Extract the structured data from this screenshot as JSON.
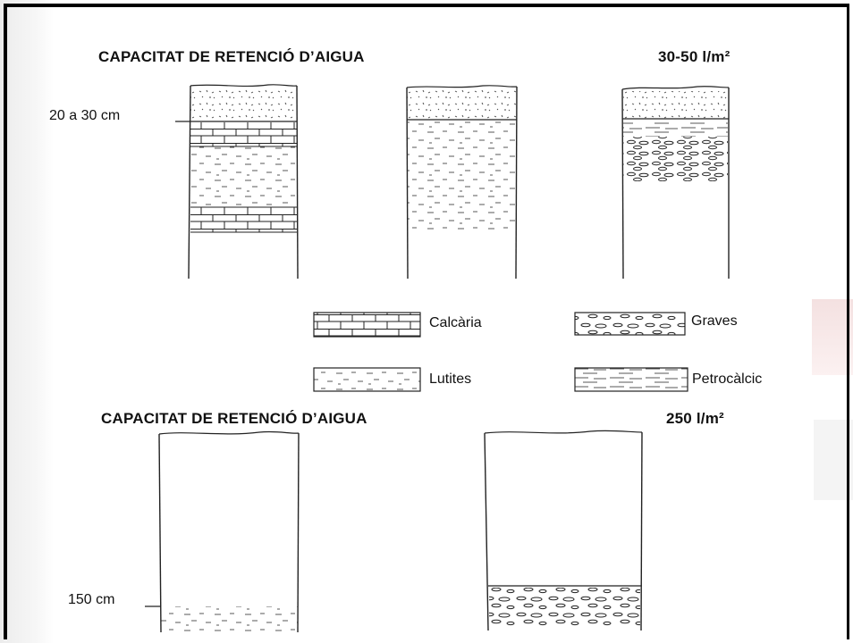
{
  "top_section": {
    "heading": "CAPACITAT DE RETENCIÓ D’AIGUA",
    "capacity": "30-50 l/m²",
    "depth_label": "20 a 30 cm"
  },
  "legend": {
    "calcaria": "Calcària",
    "graves": "Graves",
    "lutites": "Lutites",
    "petrocalcic": "Petrocàlcic"
  },
  "bottom_section": {
    "heading": "CAPACITAT DE RETENCIÓ D’AIGUA",
    "capacity": "250 l/m²",
    "depth_label": "150 cm"
  }
}
